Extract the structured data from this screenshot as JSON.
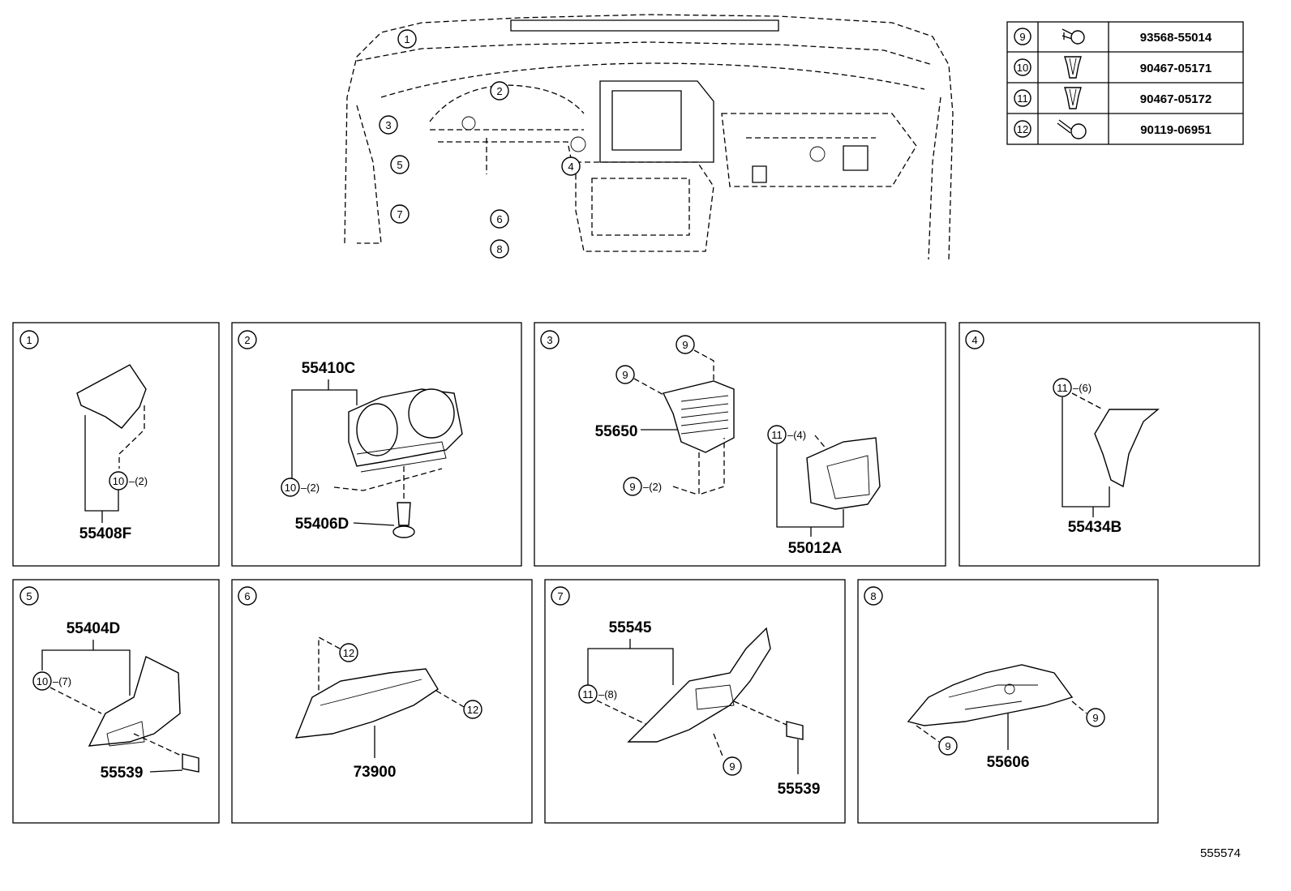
{
  "diagram_id": "555574",
  "overview_callouts": [
    "1",
    "2",
    "3",
    "4",
    "5",
    "6",
    "7",
    "8"
  ],
  "fastener_table": [
    {
      "callout": "9",
      "icon": "bolt-icon",
      "part_no": "93568-55014"
    },
    {
      "callout": "10",
      "icon": "clip-icon",
      "part_no": "90467-05171"
    },
    {
      "callout": "11",
      "icon": "clip-icon",
      "part_no": "90467-05172"
    },
    {
      "callout": "12",
      "icon": "screw-icon",
      "part_no": "90119-06951"
    }
  ],
  "panels": [
    {
      "callout": "1",
      "parts": [
        "55408F"
      ],
      "refs": [
        {
          "callout": "10",
          "qty": "(2)"
        }
      ]
    },
    {
      "callout": "2",
      "parts": [
        "55410C",
        "55406D"
      ],
      "refs": [
        {
          "callout": "10",
          "qty": "(2)"
        }
      ]
    },
    {
      "callout": "3",
      "parts": [
        "55650",
        "55012A"
      ],
      "refs": [
        {
          "callout": "9",
          "qty": ""
        },
        {
          "callout": "9",
          "qty": ""
        },
        {
          "callout": "9",
          "qty": "(2)"
        },
        {
          "callout": "11",
          "qty": "(4)"
        }
      ]
    },
    {
      "callout": "4",
      "parts": [
        "55434B"
      ],
      "refs": [
        {
          "callout": "11",
          "qty": "(6)"
        }
      ]
    },
    {
      "callout": "5",
      "parts": [
        "55404D",
        "55539"
      ],
      "refs": [
        {
          "callout": "10",
          "qty": "(7)"
        }
      ]
    },
    {
      "callout": "6",
      "parts": [
        "73900"
      ],
      "refs": [
        {
          "callout": "12",
          "qty": ""
        },
        {
          "callout": "12",
          "qty": ""
        }
      ]
    },
    {
      "callout": "7",
      "parts": [
        "55545",
        "55539"
      ],
      "refs": [
        {
          "callout": "11",
          "qty": "(8)"
        },
        {
          "callout": "9",
          "qty": ""
        }
      ]
    },
    {
      "callout": "8",
      "parts": [
        "55606"
      ],
      "refs": [
        {
          "callout": "9",
          "qty": ""
        },
        {
          "callout": "9",
          "qty": ""
        }
      ]
    }
  ]
}
